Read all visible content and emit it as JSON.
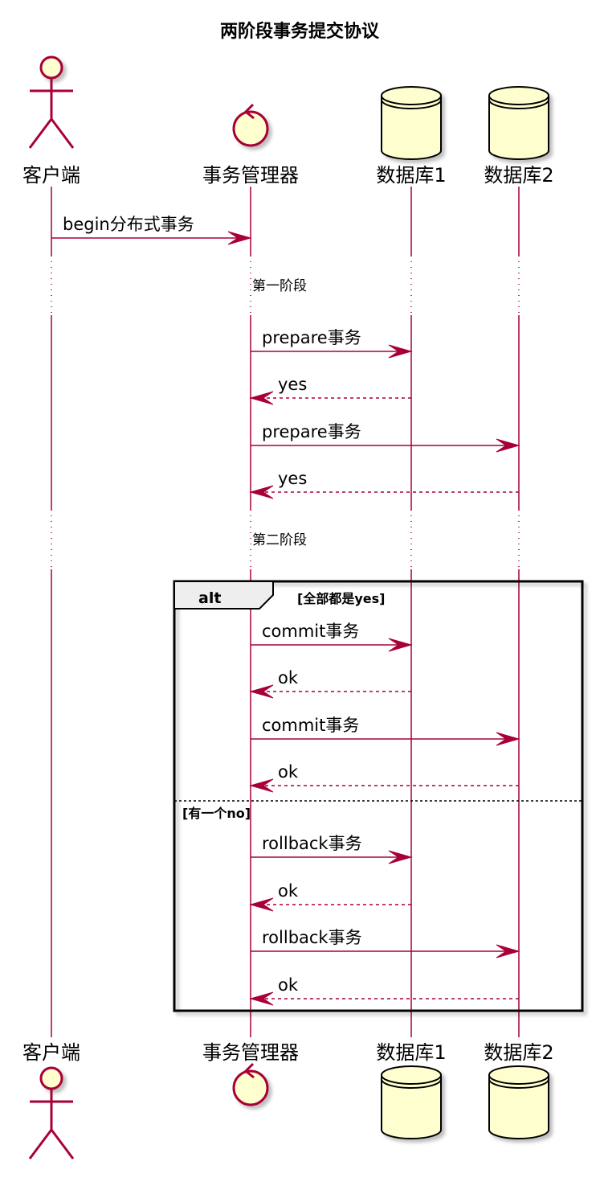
{
  "title": "两阶段事务提交协议",
  "participants": [
    {
      "id": "client",
      "label": "客户端",
      "kind": "actor"
    },
    {
      "id": "tm",
      "label": "事务管理器",
      "kind": "control"
    },
    {
      "id": "db1",
      "label": "数据库1",
      "kind": "database"
    },
    {
      "id": "db2",
      "label": "数据库2",
      "kind": "database"
    }
  ],
  "dividers": [
    {
      "label": "第一阶段"
    },
    {
      "label": "第二阶段"
    }
  ],
  "messages": [
    {
      "from": "client",
      "to": "tm",
      "label": "begin分布式事务",
      "style": "solid"
    },
    {
      "from": "tm",
      "to": "db1",
      "label": "prepare事务",
      "style": "solid"
    },
    {
      "from": "db1",
      "to": "tm",
      "label": "yes",
      "style": "dashed"
    },
    {
      "from": "tm",
      "to": "db2",
      "label": "prepare事务",
      "style": "solid"
    },
    {
      "from": "db2",
      "to": "tm",
      "label": "yes",
      "style": "dashed"
    },
    {
      "from": "tm",
      "to": "db1",
      "label": "commit事务",
      "style": "solid"
    },
    {
      "from": "db1",
      "to": "tm",
      "label": "ok",
      "style": "dashed"
    },
    {
      "from": "tm",
      "to": "db2",
      "label": "commit事务",
      "style": "solid"
    },
    {
      "from": "db2",
      "to": "tm",
      "label": "ok",
      "style": "dashed"
    },
    {
      "from": "tm",
      "to": "db1",
      "label": "rollback事务",
      "style": "solid"
    },
    {
      "from": "db1",
      "to": "tm",
      "label": "ok",
      "style": "dashed"
    },
    {
      "from": "tm",
      "to": "db2",
      "label": "rollback事务",
      "style": "solid"
    },
    {
      "from": "db2",
      "to": "tm",
      "label": "ok",
      "style": "dashed"
    }
  ],
  "alt_frame": {
    "keyword": "alt",
    "guard": "[全部都是yes]",
    "else_guard": "[有一个no]"
  },
  "colors": {
    "line": "#A80036",
    "fill": "#FEFECE",
    "border": "#000000",
    "frame_header": "#EEEEEE"
  }
}
